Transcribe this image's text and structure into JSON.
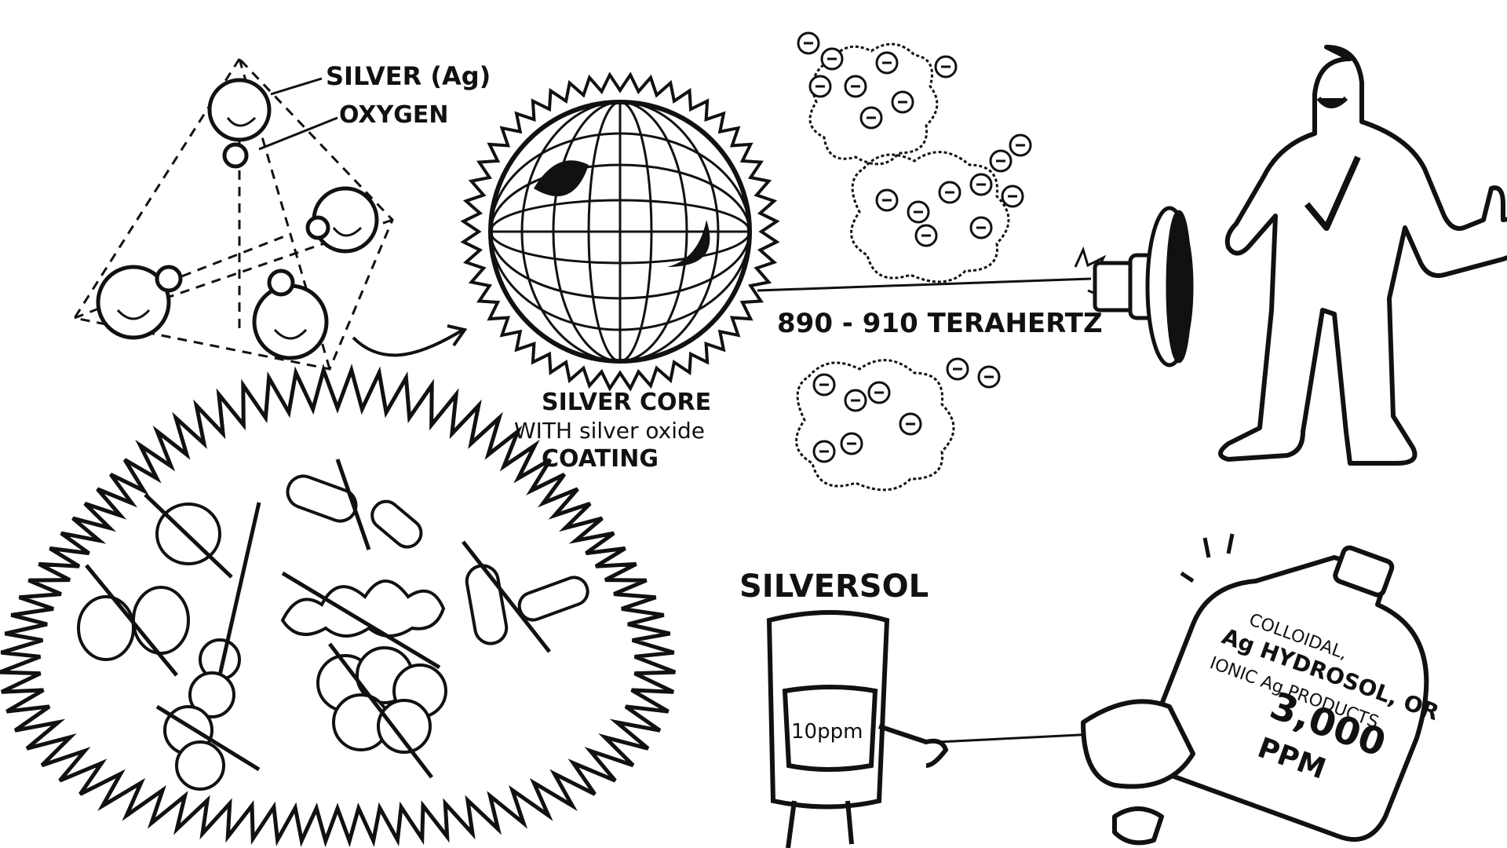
{
  "labels": {
    "silver": "SILVER (Ag)",
    "oxygen": "OXYGEN",
    "core_line1": "SILVER CORE",
    "core_line2": "WITH silver oxide",
    "core_line3": "COATING",
    "frequency": "890 - 910 TERAHERTZ",
    "brand": "SILVERSOL",
    "beaker": "10ppm",
    "bottle_line1": "COLLOIDAL,",
    "bottle_line2": "Ag HYDROSOL, OR",
    "bottle_line3": "IONIC Ag PRODUCTS",
    "bottle_ppm_value": "3,000",
    "bottle_ppm_unit": "PPM"
  },
  "icons": {
    "electron": "minus-circle",
    "approval": "check-mark",
    "thumb": "thumbs-up"
  },
  "colors": {
    "ink": "#111111",
    "paper": "#ffffff"
  }
}
